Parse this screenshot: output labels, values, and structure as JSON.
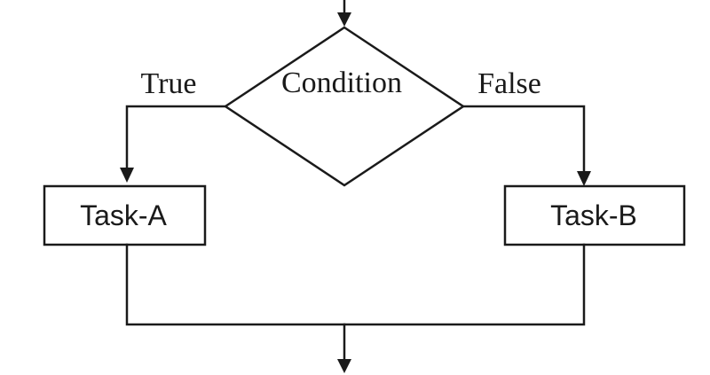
{
  "diagram": {
    "decision": {
      "label": "Condition"
    },
    "branches": {
      "true_label": "True",
      "false_label": "False"
    },
    "tasks": {
      "a_label": "Task-A",
      "b_label": "Task-B"
    },
    "colors": {
      "stroke": "#1a1a1a",
      "fill": "#ffffff",
      "background": "#ffffff"
    }
  }
}
